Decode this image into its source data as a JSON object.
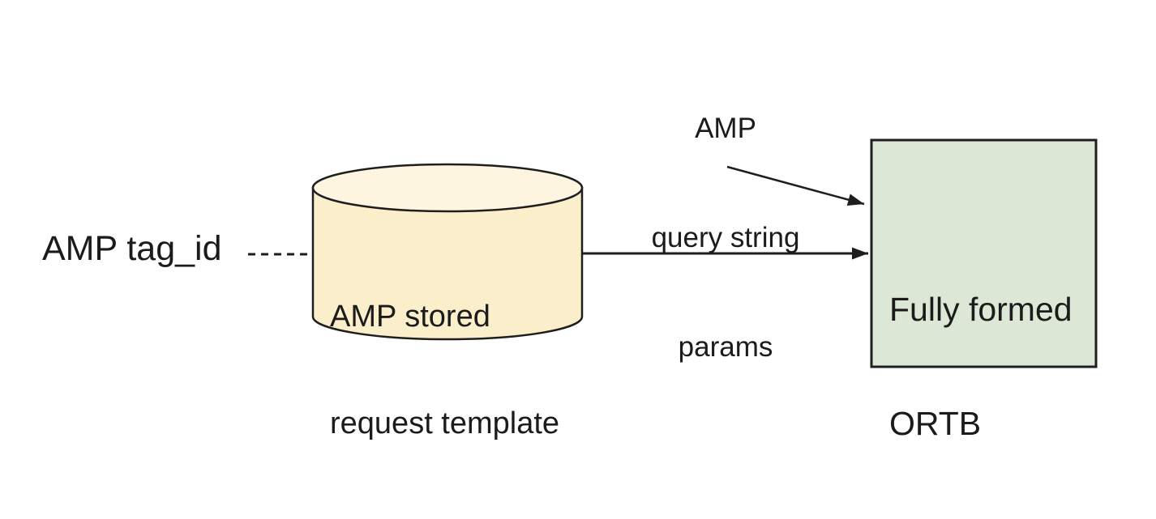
{
  "diagram": {
    "background_color": "#ffffff",
    "line_color": "#1e1e1e",
    "text_color": "#1b1b1b",
    "input_label": {
      "text": "AMP tag_id"
    },
    "template_store": {
      "shape": "cylinder",
      "fill": "#fbeecb",
      "top_fill": "#fdf5df",
      "lines": [
        "AMP stored",
        "request template"
      ]
    },
    "query_params_annotation": {
      "lines": [
        "AMP",
        "query string",
        "params"
      ]
    },
    "output_box": {
      "shape": "rectangle",
      "fill": "#dce7d5",
      "lines": [
        "Fully formed",
        "ORTB"
      ]
    },
    "connectors": [
      {
        "from": "AMP tag_id",
        "to": "AMP stored request template",
        "style": "dashed",
        "arrowhead": false
      },
      {
        "from": "AMP stored request template",
        "to": "Fully formed ORTB",
        "style": "solid",
        "arrowhead": true
      },
      {
        "from": "AMP query string params",
        "to": "Fully formed ORTB",
        "style": "solid",
        "arrowhead": true
      }
    ]
  }
}
